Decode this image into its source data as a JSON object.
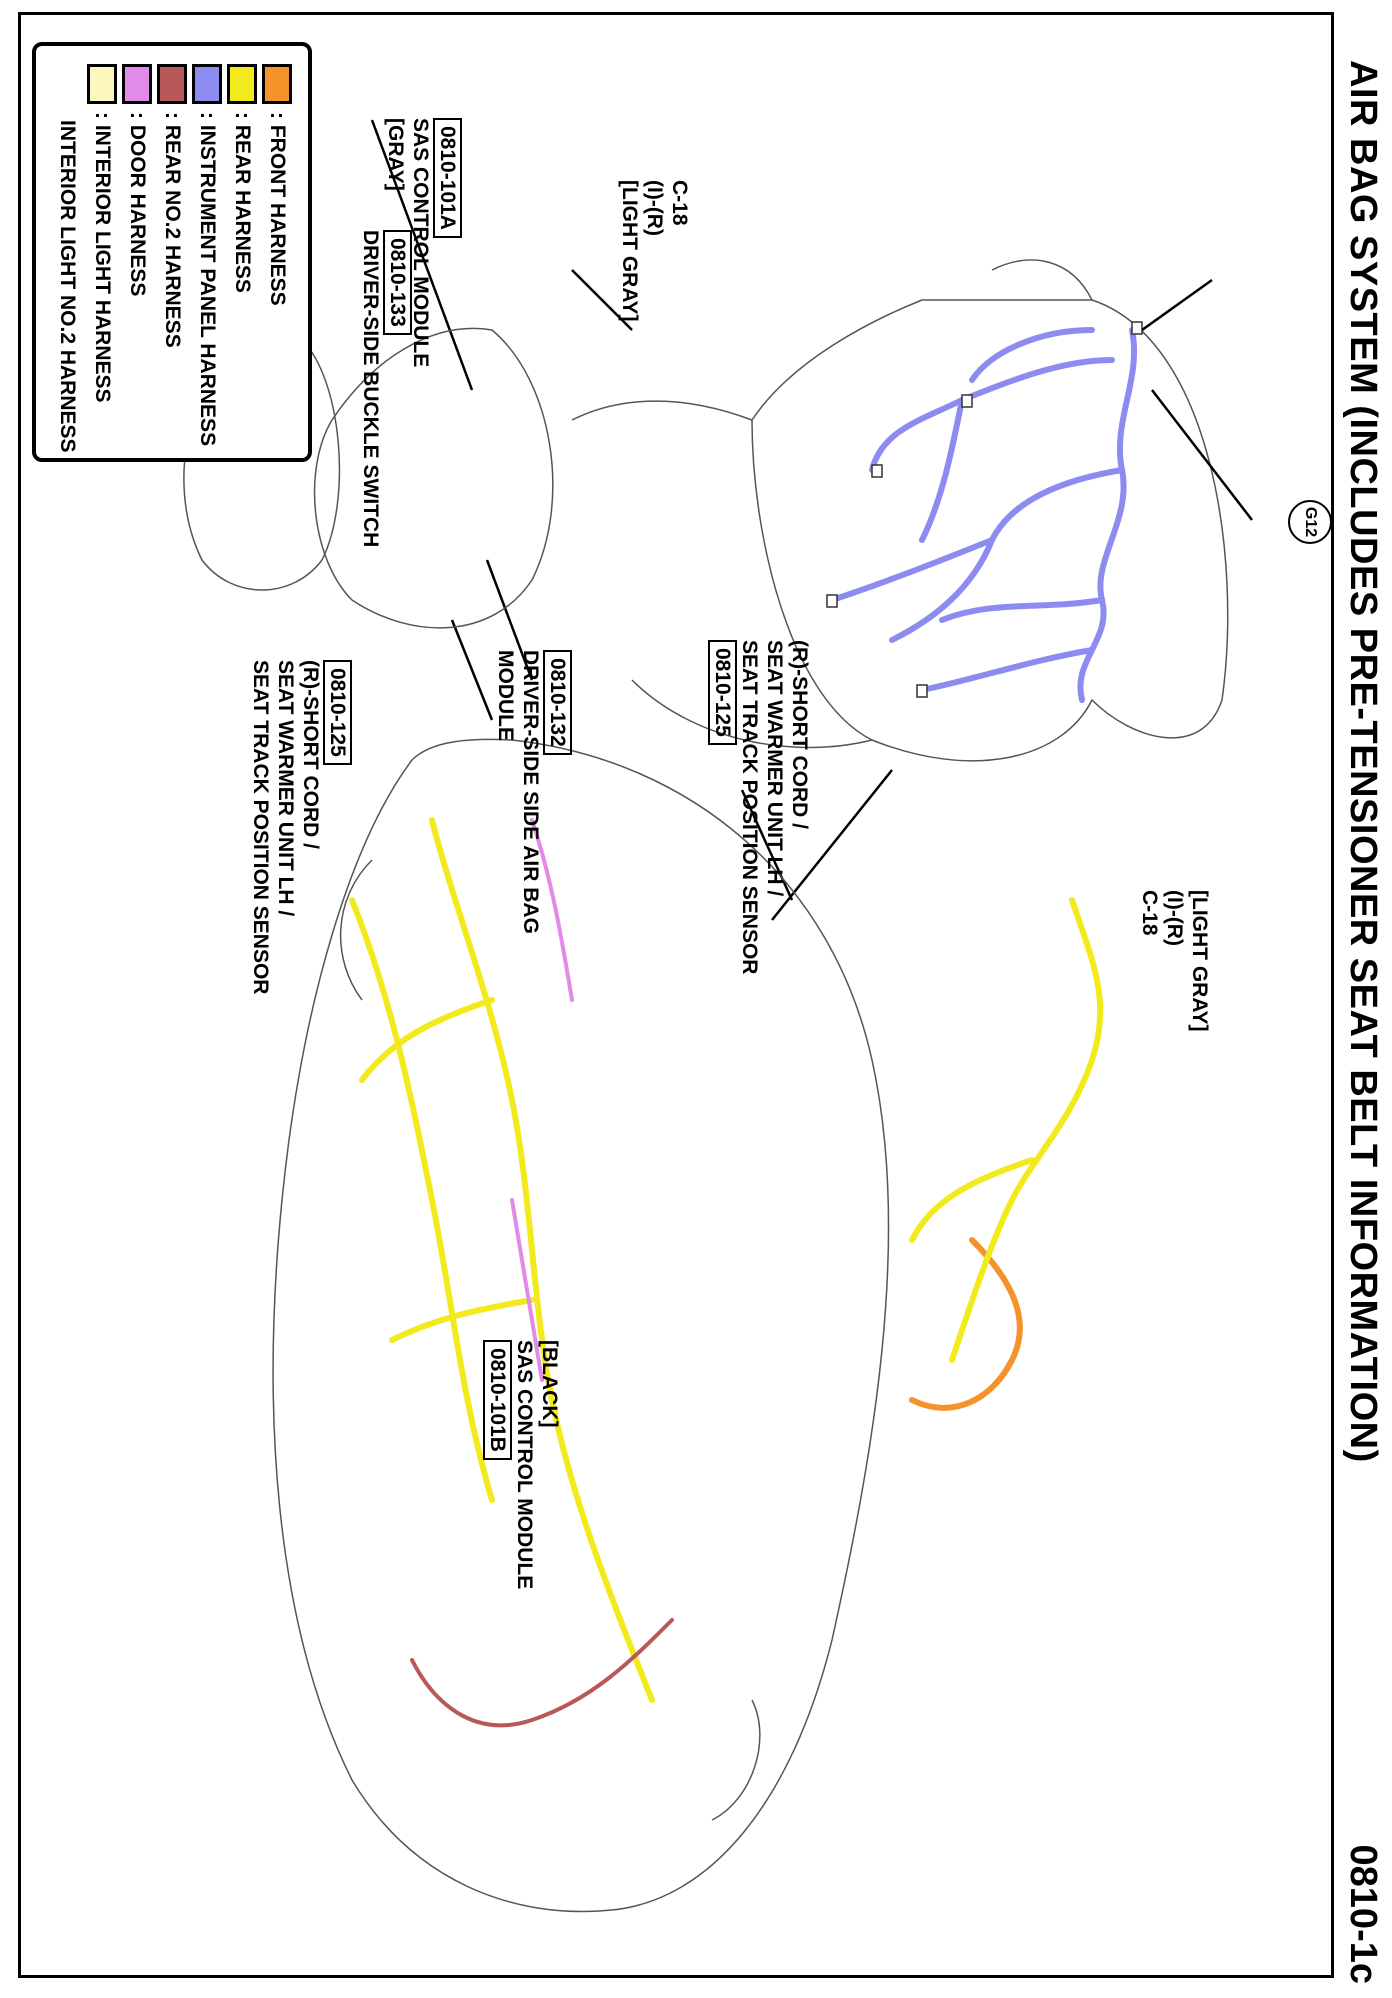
{
  "header": {
    "title": "AIR BAG SYSTEM (INCLUDES PRE-TENSIONER SEAT BELT INFORMATION)",
    "page_number": "0810-1c"
  },
  "legend": {
    "items": [
      {
        "label": ": FRONT HARNESS",
        "color": "#f5922a"
      },
      {
        "label": ": REAR HARNESS",
        "color": "#f2ea1c"
      },
      {
        "label": ": INSTRUMENT PANEL HARNESS",
        "color": "#8c8cf0"
      },
      {
        "label": ": REAR NO.2 HARNESS",
        "color": "#b85858"
      },
      {
        "label": ": DOOR HARNESS",
        "color": "#e28ae8"
      },
      {
        "label": ": INTERIOR LIGHT HARNESS",
        "color": "#fdf6be"
      },
      {
        "label": "INTERIOR LIGHT NO.2 HARNESS",
        "color": ""
      }
    ]
  },
  "callouts": {
    "sas_a": {
      "code": "0810-101A",
      "line1": "SAS CONTROL MODULE",
      "line2": "[GRAY]"
    },
    "c18_top": {
      "line1": "C-18",
      "line2": "(I)-(R)",
      "line3": "[LIGHT GRAY]"
    },
    "ground": {
      "code": "G12"
    },
    "buckle": {
      "code": "0810-133",
      "line1": "DRIVER-SIDE BUCKLE SWITCH"
    },
    "short_left": {
      "code": "0810-125",
      "line1": "(R)-SHORT CORD /",
      "line2": "SEAT WARMER UNIT LH /",
      "line3": "SEAT TRACK POSITION SENSOR"
    },
    "side_airbag": {
      "code": "0810-132",
      "line1": "DRIVER-SIDE SIDE AIR BAG",
      "line2": "MODULE"
    },
    "short_right": {
      "code": "0810-125",
      "line1": "(R)-SHORT CORD /",
      "line2": "SEAT WARMER UNIT LH /",
      "line3": "SEAT TRACK POSITION SENSOR"
    },
    "c18_right": {
      "line1": "[LIGHT GRAY]",
      "line2": "(I)-(R)",
      "line3": "C-18"
    },
    "sas_b": {
      "line1": "[BLACK]",
      "line2": "SAS CONTROL MODULE",
      "code": "0810-101B"
    }
  },
  "colors": {
    "front": "#f5922a",
    "rear": "#f2ea1c",
    "ip": "#8c8cf0",
    "rear2": "#b85858",
    "door": "#e28ae8",
    "interior": "#fdf6be"
  }
}
